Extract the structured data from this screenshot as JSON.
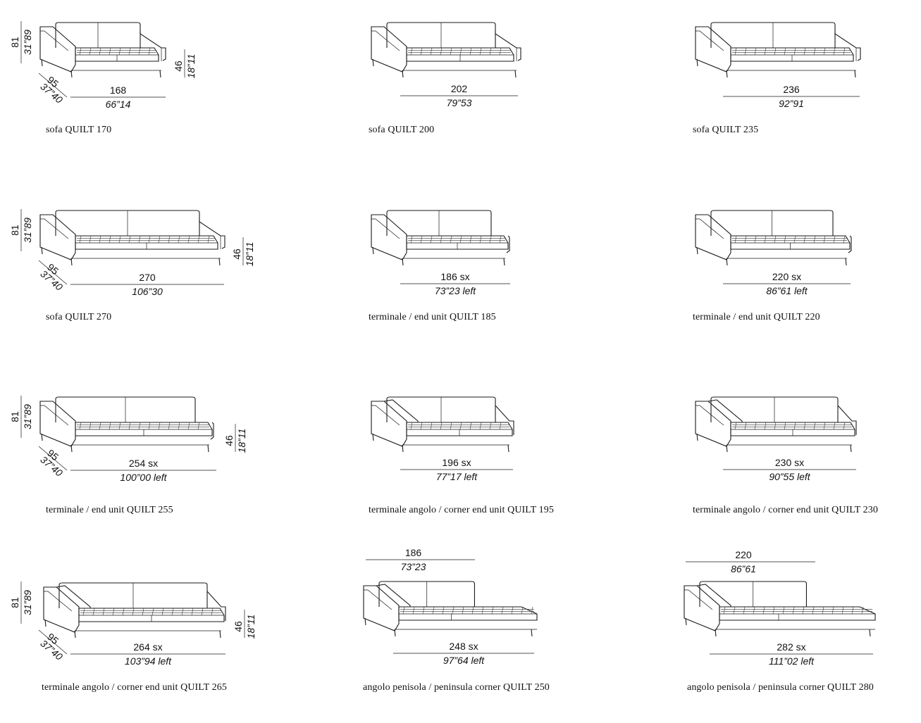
{
  "products": [
    {
      "id": "sofa-170",
      "caption_a": "sofa QUILT 170",
      "caption_b": "",
      "caption_c": "",
      "variant": "sofa",
      "width": "168",
      "width_in": "66”14",
      "depth": "95",
      "depth_in": "37”40",
      "height": "81",
      "height_in": "31”89",
      "seat": "46",
      "seat_in": "18”11"
    },
    {
      "id": "sofa-200",
      "caption_a": "sofa QUILT 200",
      "caption_b": "",
      "caption_c": "",
      "variant": "sofa",
      "width": "202",
      "width_in": "79”53",
      "depth": "",
      "depth_in": "",
      "height": "",
      "height_in": "",
      "seat": "",
      "seat_in": ""
    },
    {
      "id": "sofa-235",
      "caption_a": "sofa QUILT 235",
      "caption_b": "",
      "caption_c": "",
      "variant": "sofa",
      "width": "236",
      "width_in": "92”91",
      "depth": "",
      "depth_in": "",
      "height": "",
      "height_in": "",
      "seat": "",
      "seat_in": ""
    },
    {
      "id": "sofa-270",
      "caption_a": "sofa QUILT 270",
      "caption_b": "",
      "caption_c": "",
      "variant": "sofa",
      "width": "270",
      "width_in": "106”30",
      "depth": "95",
      "depth_in": "37”40",
      "height": "81",
      "height_in": "31”89",
      "seat": "46",
      "seat_in": "18”11"
    },
    {
      "id": "end-185",
      "caption_a": "terminale",
      "caption_b": " / end unit QUILT 185",
      "caption_c": "",
      "variant": "end",
      "width": "186 sx",
      "width_in": "73”23 left",
      "depth": "",
      "depth_in": "",
      "height": "",
      "height_in": "",
      "seat": "",
      "seat_in": ""
    },
    {
      "id": "end-220",
      "caption_a": "terminale",
      "caption_b": " / end unit QUILT 220",
      "caption_c": "",
      "variant": "end",
      "width": "220 sx",
      "width_in": "86”61 left",
      "depth": "",
      "depth_in": "",
      "height": "",
      "height_in": "",
      "seat": "",
      "seat_in": ""
    },
    {
      "id": "end-255",
      "caption_a": "terminale",
      "caption_b": " / end unit QUILT 255",
      "caption_c": "",
      "variant": "end",
      "width": "254 sx",
      "width_in": "100”00 left",
      "depth": "95",
      "depth_in": "37”40",
      "height": "81",
      "height_in": "31”89",
      "seat": "46",
      "seat_in": "18”11"
    },
    {
      "id": "corner-195",
      "caption_a": "terminale angolo",
      "caption_b": " / corner end unit QUILT 195",
      "caption_c": "",
      "variant": "corner",
      "width": "196 sx",
      "width_in": "77”17 left",
      "depth": "",
      "depth_in": "",
      "height": "",
      "height_in": "",
      "seat": "",
      "seat_in": ""
    },
    {
      "id": "corner-230",
      "caption_a": "terminale angolo",
      "caption_b": " / corner end unit QUILT 230",
      "caption_c": "",
      "variant": "corner",
      "width": "230 sx",
      "width_in": "90”55 left",
      "depth": "",
      "depth_in": "",
      "height": "",
      "height_in": "",
      "seat": "",
      "seat_in": ""
    },
    {
      "id": "corner-265",
      "caption_a": "terminale angolo",
      "caption_b": " / corner end unit QUILT 265",
      "caption_c": "",
      "variant": "corner",
      "width": "264 sx",
      "width_in": "103”94 left",
      "depth": "95",
      "depth_in": "37”40",
      "height": "81",
      "height_in": "31”89",
      "seat": "46",
      "seat_in": "18”11"
    },
    {
      "id": "peninsula-250",
      "caption_a": "angolo penisola",
      "caption_b": " / peninsula corner QUILT 250",
      "caption_c": "",
      "variant": "peninsula",
      "width": "248 sx",
      "width_in": "97”64 left",
      "top_width": "186",
      "top_width_in": "73”23",
      "depth": "",
      "depth_in": "",
      "height": "",
      "height_in": "",
      "seat": "",
      "seat_in": ""
    },
    {
      "id": "peninsula-280",
      "caption_a": "angolo penisola",
      "caption_b": " / peninsula corner QUILT 280",
      "caption_c": "",
      "variant": "peninsula",
      "width": "282 sx",
      "width_in": "111”02 left",
      "top_width": "220",
      "top_width_in": "86”61",
      "depth": "",
      "depth_in": "",
      "height": "",
      "height_in": "",
      "seat": "",
      "seat_in": ""
    }
  ]
}
